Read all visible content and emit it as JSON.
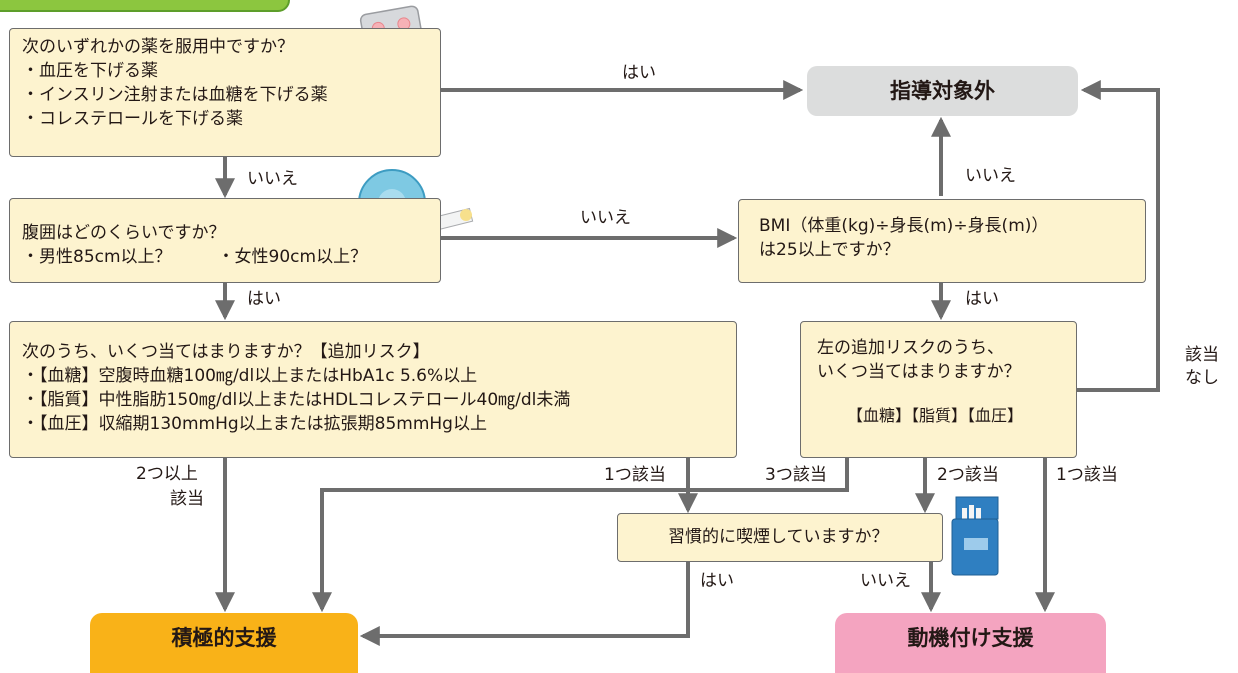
{
  "q1": {
    "question": "次のいずれかの薬を服用中ですか？",
    "items": [
      "・血圧を下げる薬",
      "・インスリン注射または血糖を下げる薬",
      "・コレステロールを下げる薬"
    ]
  },
  "q2": {
    "question": "腹囲はどのくらいですか？",
    "male": "・男性85cm以上？",
    "female": "・女性90cm以上？"
  },
  "q3": {
    "question": "次のうち、いくつ当てはまりますか？【追加リスク】",
    "items": [
      "・【血糖】空腹時血糖100㎎/dl以上またはHbA1c 5.6%以上",
      "・【脂質】中性脂肪150㎎/dl以上またはHDLコレステロール40㎎/dl未満",
      "・【血圧】収縮期130mmHg以上または拡張期85mmHg以上"
    ]
  },
  "bmi": {
    "line1": "BMI（体重(kg)÷身長(m)÷身長(m)）",
    "line2": "は25以上ですか？"
  },
  "risk": {
    "line1": "左の追加リスクのうち、",
    "line2": "いくつ当てはまりますか？",
    "line3": "【血糖】【脂質】【血圧】"
  },
  "smoke": {
    "question": "習慣的に喫煙していますか？"
  },
  "results": {
    "excluded": "指導対象外",
    "active": "積極的支援",
    "motivation": "動機付け支援"
  },
  "labels": {
    "q1_yes": "はい",
    "q1_no": "いいえ",
    "q2_no": "いいえ",
    "q2_yes": "はい",
    "bmi_no": "いいえ",
    "bmi_yes": "はい",
    "none_1": "該当",
    "none_2": "なし",
    "two_plus_1": "2つ以上",
    "two_plus_2": "該当",
    "one_q3": "1つ該当",
    "three": "3つ該当",
    "two": "2つ該当",
    "one_risk": "1つ該当",
    "smoke_yes": "はい",
    "smoke_no": "いいえ"
  },
  "colors": {
    "box_fill": "#fdf3cf",
    "arrow": "#6d6d6d",
    "excluded_fill": "#dcdddd",
    "active_fill": "#f9b218",
    "motivation_fill": "#f4a4c0",
    "tag_fill": "#8cc63f"
  }
}
